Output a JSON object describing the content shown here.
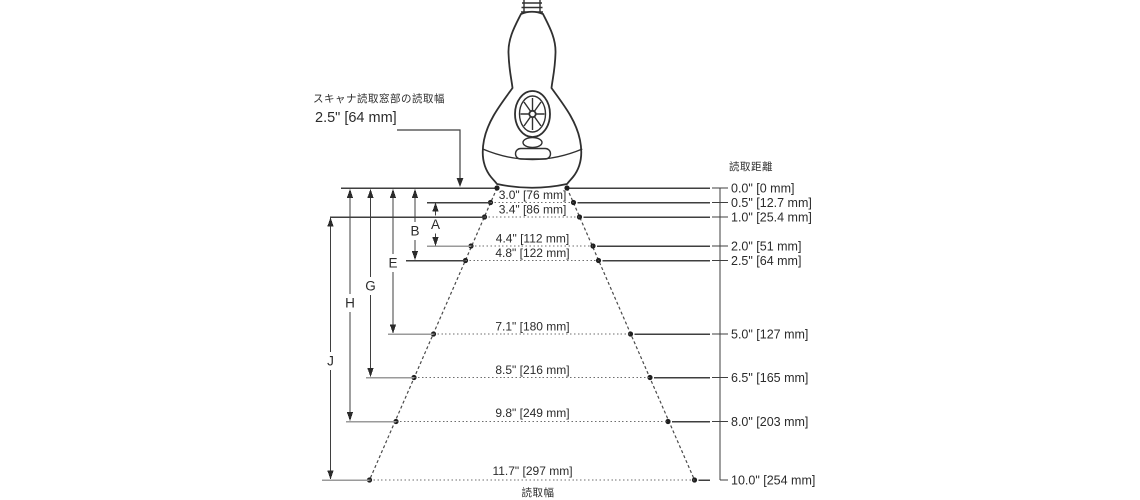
{
  "scanner_window_label": {
    "title": "スキャナ読取窓部の読取幅",
    "value": "2.5\" [64 mm]"
  },
  "distance_axis": {
    "title": "読取距離",
    "ticks": [
      "0.0\" [0 mm]",
      "0.5\" [12.7 mm]",
      "1.0\" [25.4 mm]",
      "2.0\" [51 mm]",
      "2.5\" [64 mm]",
      "5.0\" [127 mm]",
      "6.5\" [165 mm]",
      "8.0\" [203 mm]",
      "10.0\" [254 mm]"
    ]
  },
  "width_axis_title": "読取幅",
  "width_labels": [
    "3.0\" [76 mm]",
    "3.4\" [86 mm]",
    "4.4\" [112 mm]",
    "4.8\" [122 mm]",
    "7.1\" [180 mm]",
    "8.5\" [216 mm]",
    "9.8\" [249 mm]",
    "11.7\" [297 mm]"
  ],
  "dimension_spans": [
    {
      "letter": "A",
      "from_distance": "0.5\" [12.7 mm]",
      "to_distance": "2.0\" [51 mm]"
    },
    {
      "letter": "B",
      "from_distance": "0.0\" [0 mm]",
      "to_distance": "2.5\" [64 mm]"
    },
    {
      "letter": "E",
      "from_distance": "0.0\" [0 mm]",
      "to_distance": "5.0\" [127 mm]"
    },
    {
      "letter": "G",
      "from_distance": "0.0\" [0 mm]",
      "to_distance": "6.5\" [165 mm]"
    },
    {
      "letter": "H",
      "from_distance": "0.0\" [0 mm]",
      "to_distance": "8.0\" [203 mm]"
    },
    {
      "letter": "J",
      "from_distance": "1.0\" [25.4 mm]",
      "to_distance": "10.0\" [254 mm]"
    }
  ],
  "colors": {
    "background": "#ffffff",
    "line": "#3f3f3f",
    "muted_line": "#9a9a9a",
    "text": "#2b2b2b"
  }
}
